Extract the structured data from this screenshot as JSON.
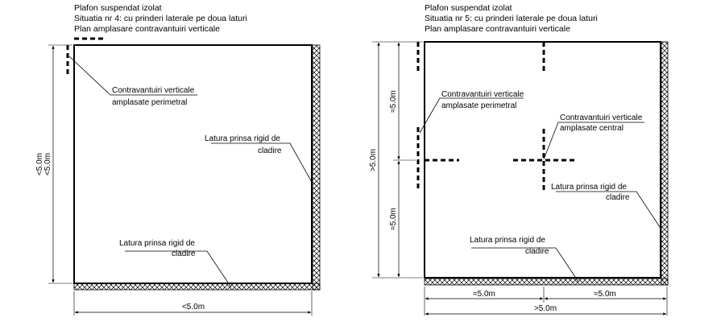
{
  "left": {
    "title1": "Plafon suspendat izolat",
    "title2": "Situatia nr 4: cu prinderi laterale pe doua laturi",
    "title3": "Plan amplasare contravantuiri verticale",
    "brace_label1": "Contravantuiri verticale",
    "brace_label2": "amplasate perimetral",
    "rigid_right1": "Latura prinsa rigid de",
    "rigid_right2": "cladire",
    "rigid_bottom1": "Latura prinsa rigid de",
    "rigid_bottom2": "cladire",
    "dim_vert1": "<5.0m",
    "dim_vert2": "<5.0m",
    "dim_horiz": "<5.0m"
  },
  "right": {
    "title1": "Plafon suspendat izolat",
    "title2": "Situatia nr 5: cu prinderi laterale pe doua laturi",
    "title3": "Plan amplasare contravantuiri verticale",
    "perim_label1": "Contravantuiri verticale",
    "perim_label2": "amplasate perimetral",
    "central_label1": "Contravantuiri verticale",
    "central_label2": "amplasate central",
    "rigid_right1": "Latura prinsa rigid de",
    "rigid_right2": "cladire",
    "rigid_bottom1": "Latura prinsa rigid de",
    "rigid_bottom2": "cladire",
    "dim_vert_top": "≈5.0m",
    "dim_vert_bottom": "≈5.0m",
    "dim_vert_total": ">5.0m",
    "dim_horiz_left": "≈5.0m",
    "dim_horiz_right": "≈5.0m",
    "dim_horiz_total": ">5.0m"
  }
}
